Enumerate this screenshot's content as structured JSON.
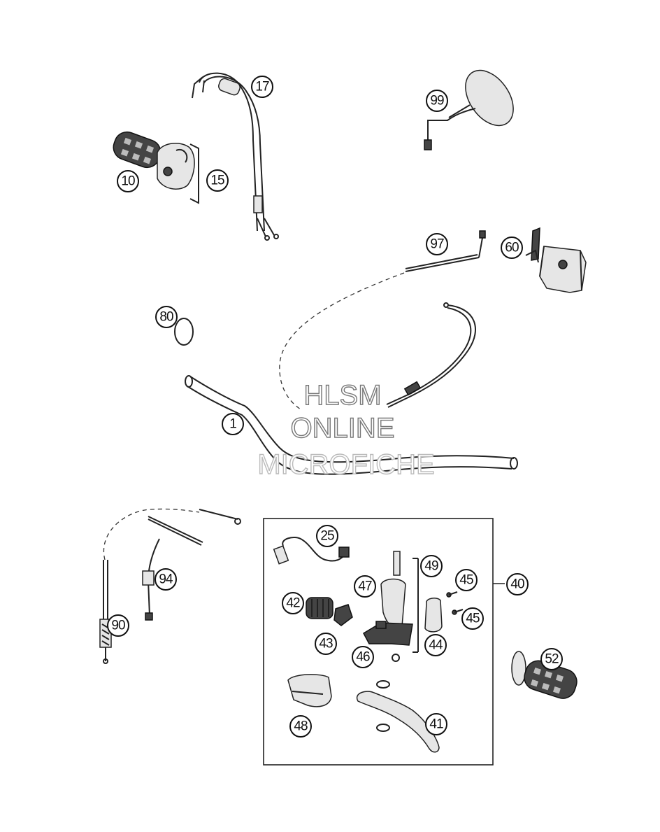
{
  "callouts": {
    "c17": "17",
    "c99": "99",
    "c10": "10",
    "c15": "15",
    "c97": "97",
    "c60": "60",
    "c80": "80",
    "c1": "1",
    "c25": "25",
    "c49": "49",
    "c47": "47",
    "c45a": "45",
    "c40": "40",
    "c42": "42",
    "c45b": "45",
    "c94": "94",
    "c90": "90",
    "c43": "43",
    "c44": "44",
    "c46": "46",
    "c52": "52",
    "c48": "48",
    "c41": "41"
  },
  "watermark": {
    "line1": "HLSM",
    "line2": "ONLINE",
    "line3": "MICROFICHE"
  }
}
